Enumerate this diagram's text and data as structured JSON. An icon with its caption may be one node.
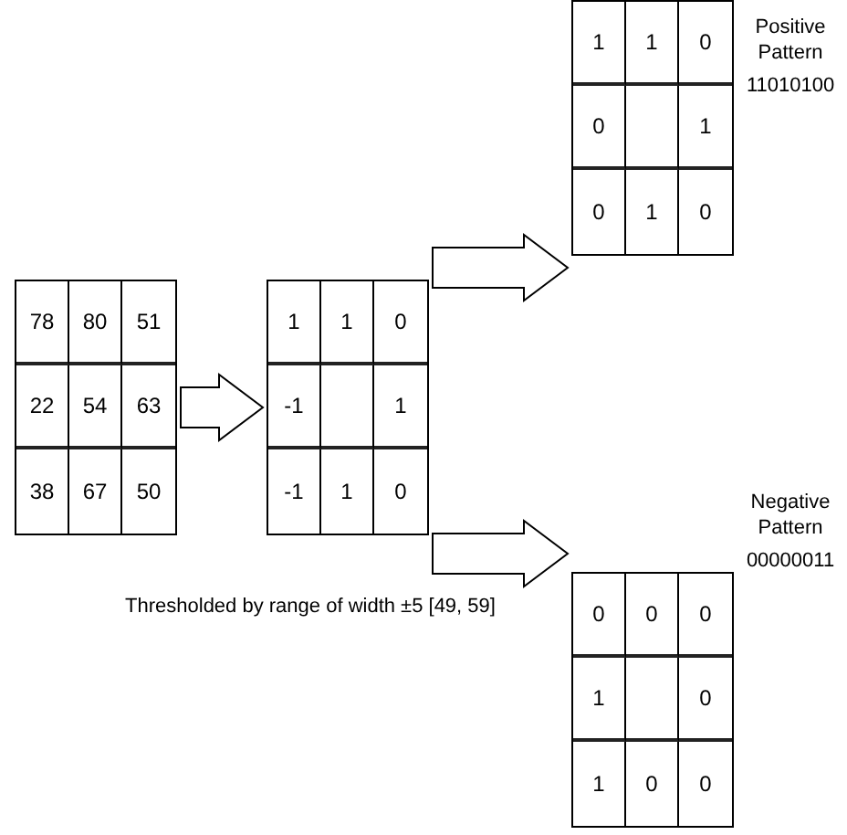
{
  "diagram": {
    "nodes": [
      {
        "text": [
          "78",
          "80",
          "51",
          "22",
          "54",
          "63",
          "38",
          "67",
          "50"
        ]
      },
      {
        "text": [
          "1",
          "1",
          "0",
          "-1",
          "1",
          "-1",
          "1",
          "0"
        ]
      },
      {
        "text": [
          "1",
          "1",
          "0",
          "0",
          "1",
          "0",
          "1",
          "0"
        ],
        "beside": [
          "Positive Pattern",
          "11010100"
        ]
      },
      {
        "text": [
          "0",
          "0",
          "0",
          "1",
          "0",
          "1",
          "0",
          "0"
        ],
        "beside": [
          "Negative Pattern",
          "00000011"
        ]
      }
    ],
    "edges": [
      {
        "from": 0,
        "to": 1,
        "arrow": "to"
      },
      {
        "from": 1,
        "to": 2,
        "arrow": "to"
      },
      {
        "from": 1,
        "to": 3,
        "arrow": "to"
      }
    ],
    "labels": [
      "Thresholded by range of width ±5 [49, 59]"
    ]
  }
}
